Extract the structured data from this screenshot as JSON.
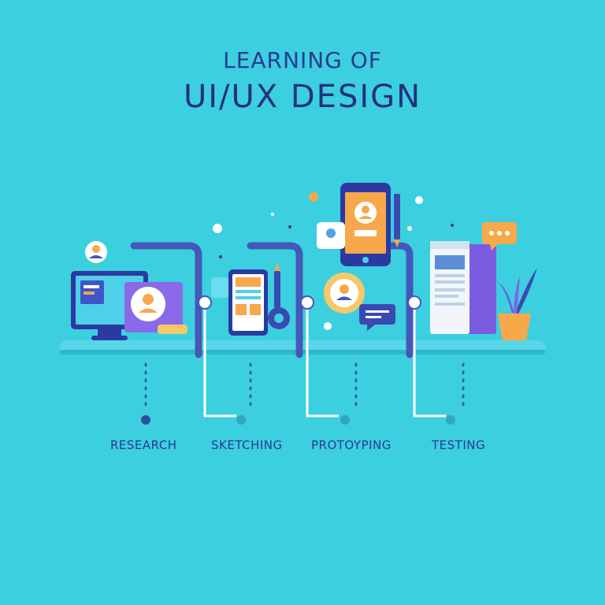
{
  "heading": {
    "line1": "LEARNING OF",
    "line2": "UI/UX DESIGN"
  },
  "stages": [
    {
      "label": "RESEARCH",
      "icon": "monitor-icon"
    },
    {
      "label": "SKETCHING",
      "icon": "mobile-wireframe-icon"
    },
    {
      "label": "PROTOYPING",
      "icon": "smartphone-profile-icon"
    },
    {
      "label": "TESTING",
      "icon": "document-browser-icon"
    }
  ],
  "colors": {
    "background": "#3ccfe0",
    "title": "#24307f",
    "line": "#4458b8",
    "accent_orange": "#f7a84a",
    "accent_purple": "#7b5ce0"
  }
}
